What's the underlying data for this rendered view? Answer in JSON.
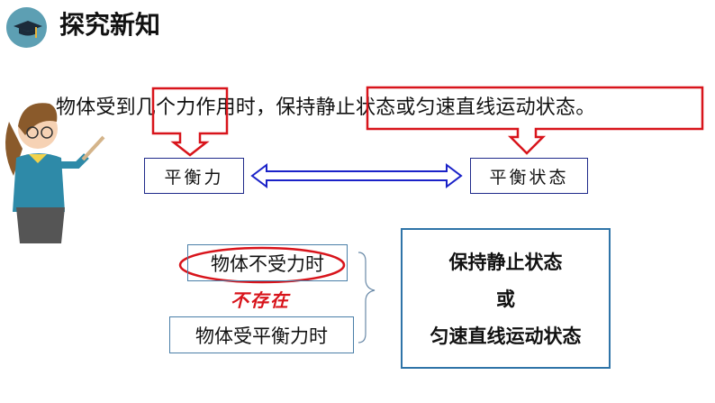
{
  "header": {
    "title": "探究新知",
    "icon": "graduation-cap-icon"
  },
  "sentence": "物体受到几个力作用时，保持静止状态或匀速直线运动状态。",
  "concepts": {
    "left": "平衡力",
    "right": "平衡状态"
  },
  "conditions": {
    "no_force": "物体不受力时",
    "not_exist": "不存在",
    "balanced": "物体受平衡力时"
  },
  "result": {
    "line1": "保持静止状态",
    "line2": "或",
    "line3": "匀速直线运动状态"
  },
  "colors": {
    "highlight": "#d8141b",
    "box_border": "#1f2a8a",
    "arrow": "#1a22c8",
    "result_border": "#2f74a8"
  }
}
